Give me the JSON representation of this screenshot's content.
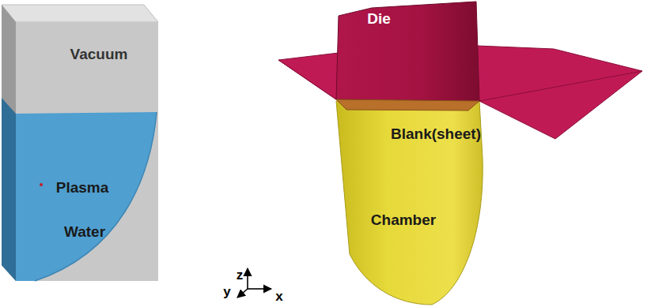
{
  "diagram": {
    "labels": [
      "Vacuum",
      "Plasma",
      "Water",
      "Die",
      "Blank(sheet)",
      "Chamber",
      "z",
      "y",
      "x"
    ]
  }
}
